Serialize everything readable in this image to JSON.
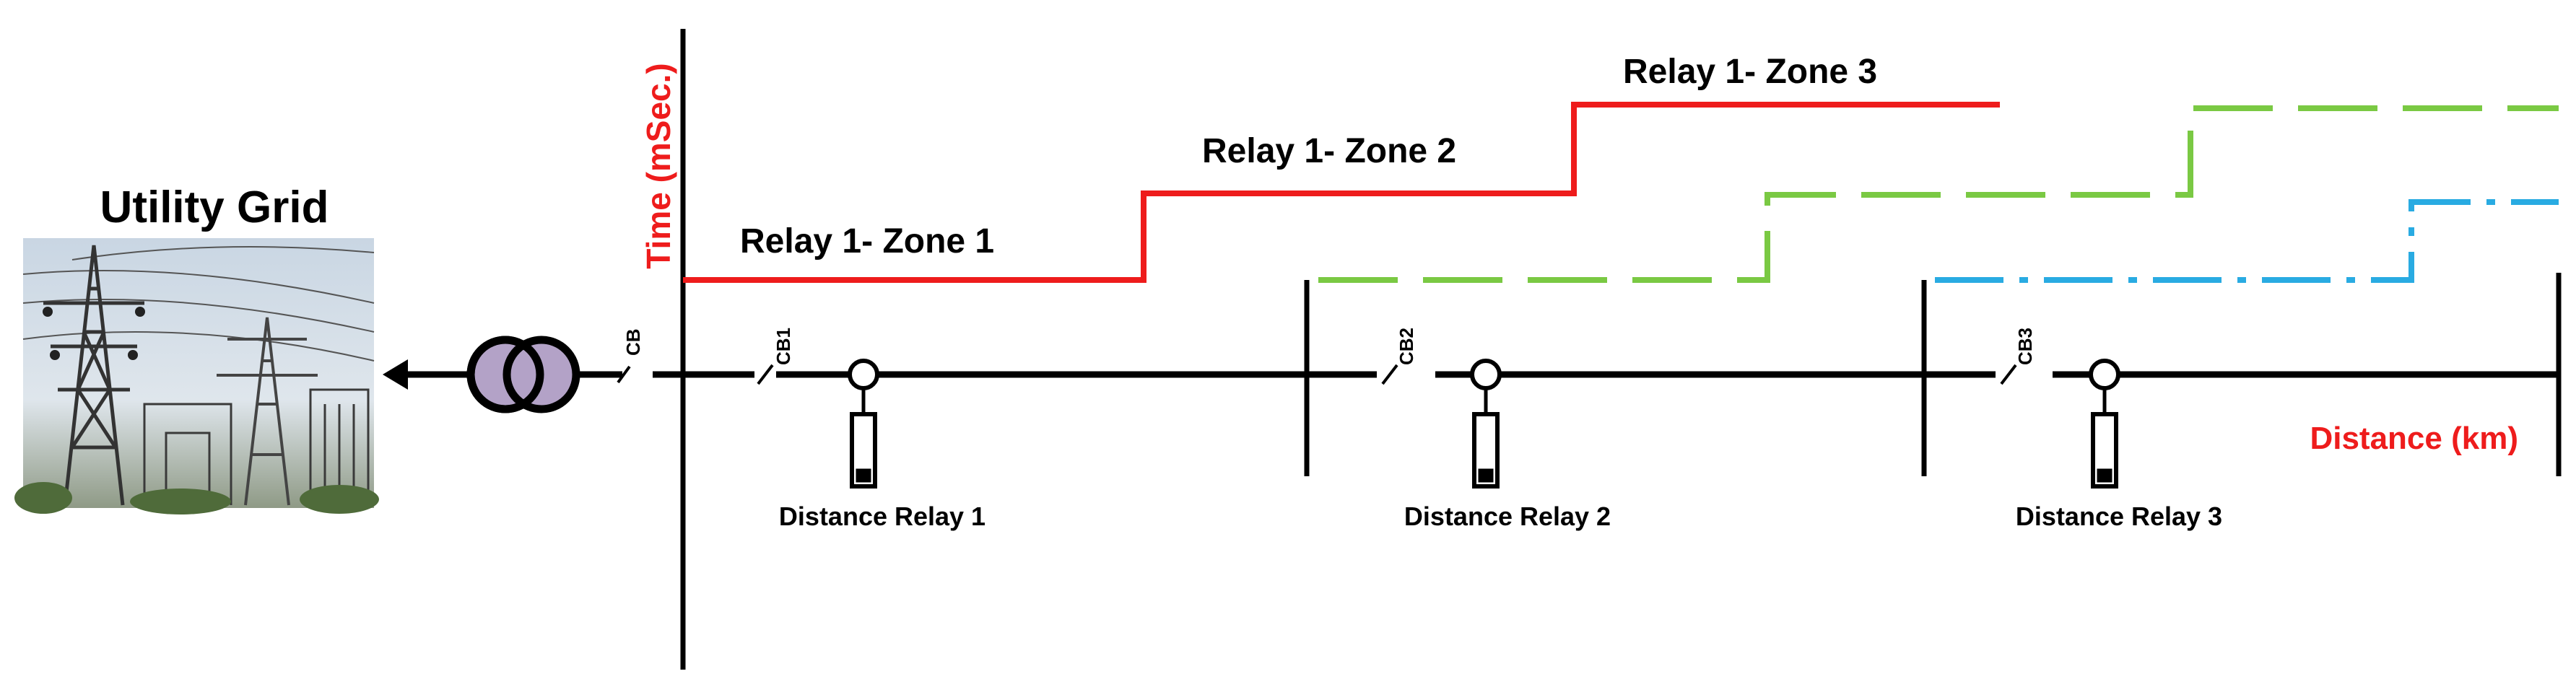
{
  "utility_grid": {
    "title": "Utility Grid"
  },
  "axes": {
    "time_label": "Time (mSec.)",
    "distance_label": "Distance (km)"
  },
  "breakers": {
    "main": "CB",
    "cb1": "CB1",
    "cb2": "CB2",
    "cb3": "CB3"
  },
  "relays": [
    {
      "label": "Distance Relay 1"
    },
    {
      "label": "Distance Relay 2"
    },
    {
      "label": "Distance Relay 3"
    }
  ],
  "zones": {
    "zone1": "Relay 1- Zone 1",
    "zone2": "Relay 1- Zone 2",
    "zone3": "Relay 1- Zone 3"
  },
  "colors": {
    "relay1": "#ee1c1c",
    "relay2": "#7ac943",
    "relay3": "#29abe2",
    "axis_label": "#ee1c1c",
    "line": "#000000",
    "transformer_fill": "#b3a2c7"
  },
  "icons": [
    "power-transmission-tower-photo",
    "arrow-left-icon",
    "transformer-icon",
    "circuit-breaker-icon",
    "distance-relay-icon"
  ]
}
